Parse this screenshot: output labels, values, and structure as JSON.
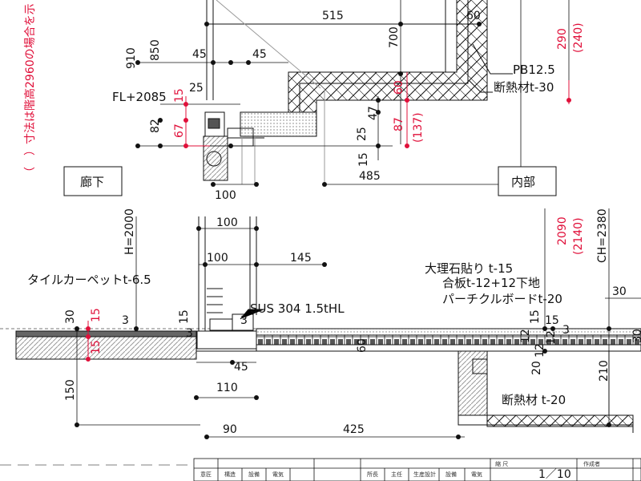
{
  "colors": {
    "line": "#111111",
    "red": "#e0103a",
    "gray": "#888888",
    "hatch": "#9a9a9a",
    "stone": "#bdbdbd",
    "bg": "#ffffff"
  },
  "top_dims": {
    "d515": "515",
    "d60a": "60",
    "d700": "700",
    "d290": "290",
    "d240": "(240)",
    "d910": "910",
    "d850": "850",
    "d45a": "45",
    "d45b": "45",
    "d25": "25",
    "d15r": "15",
    "d82": "82",
    "d67r": "67",
    "d25b": "25",
    "d47": "47",
    "d60r": "60",
    "d87r": "87",
    "d137r": "(137)",
    "d15b": "15",
    "d485": "485",
    "d100a": "100"
  },
  "top_labels": {
    "fl": "FL+2085",
    "pb": "PB12.5",
    "insul30": "断熱材t-30",
    "corridor": "廊下",
    "interior": "内部",
    "note": "（　）寸法は階高2960の場合を示"
  },
  "bottom_dims": {
    "h2000": "H=2000",
    "d100b": "100",
    "d100c": "100",
    "d145": "145",
    "d2090": "2090",
    "d2140": "(2140)",
    "ch2380": "CH=2380",
    "d30a": "30",
    "d15c": "15",
    "d3a": "3",
    "d15d": "15",
    "d3b": "3",
    "d3c": "3",
    "d30b": "30",
    "d15e": "15",
    "d15f": "15",
    "d60b": "60",
    "d15g": "15",
    "d12a": "12",
    "d12b": "12",
    "d20": "20",
    "d12c": "12",
    "d3d": "3",
    "d30c": "30",
    "d210": "210",
    "d150": "150",
    "d45c": "45",
    "d110": "110",
    "d90": "90",
    "d425": "425"
  },
  "bottom_labels": {
    "tile": "タイルカーペットt-6.5",
    "marble": "大理石貼り t-15",
    "plywood": "合板t-12+12下地",
    "particle": "パーチクルボードt-20",
    "sus": "SUS 304 1.5tHL",
    "insul20": "断熱材 t-20"
  },
  "title_block": {
    "scale_label": "縮 尺",
    "scale": "1／10",
    "author": "作成者",
    "c1": "意匠",
    "c2": "構造",
    "c3": "設備",
    "c4": "電気",
    "c5": "所長",
    "c6": "主任",
    "c7": "生産設計",
    "c8": "設備",
    "c9": "電気"
  }
}
